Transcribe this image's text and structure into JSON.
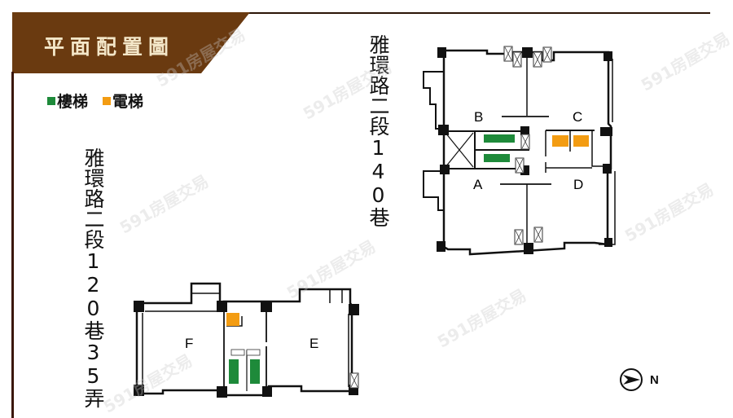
{
  "header": {
    "title": "平面配置圖",
    "bar_color": "#6a3a10",
    "line_color": "#2b1406",
    "title_color": "#f3e6c8"
  },
  "legend": {
    "items": [
      {
        "label": "樓梯",
        "color": "#1e8a3a",
        "meaning": "stairs"
      },
      {
        "label": "電梯",
        "color": "#f39c12",
        "meaning": "elevator"
      }
    ]
  },
  "streets": {
    "upper": "雅環路二段140巷",
    "lower": "雅環路二段120巷35弄"
  },
  "buildings": {
    "upper": {
      "units": [
        "A",
        "B",
        "C",
        "D"
      ]
    },
    "lower": {
      "units": [
        "E",
        "F"
      ]
    }
  },
  "compass": {
    "label": "N",
    "icon": "compass-north-arrow-icon"
  },
  "watermark": {
    "text": "591房屋交易"
  }
}
